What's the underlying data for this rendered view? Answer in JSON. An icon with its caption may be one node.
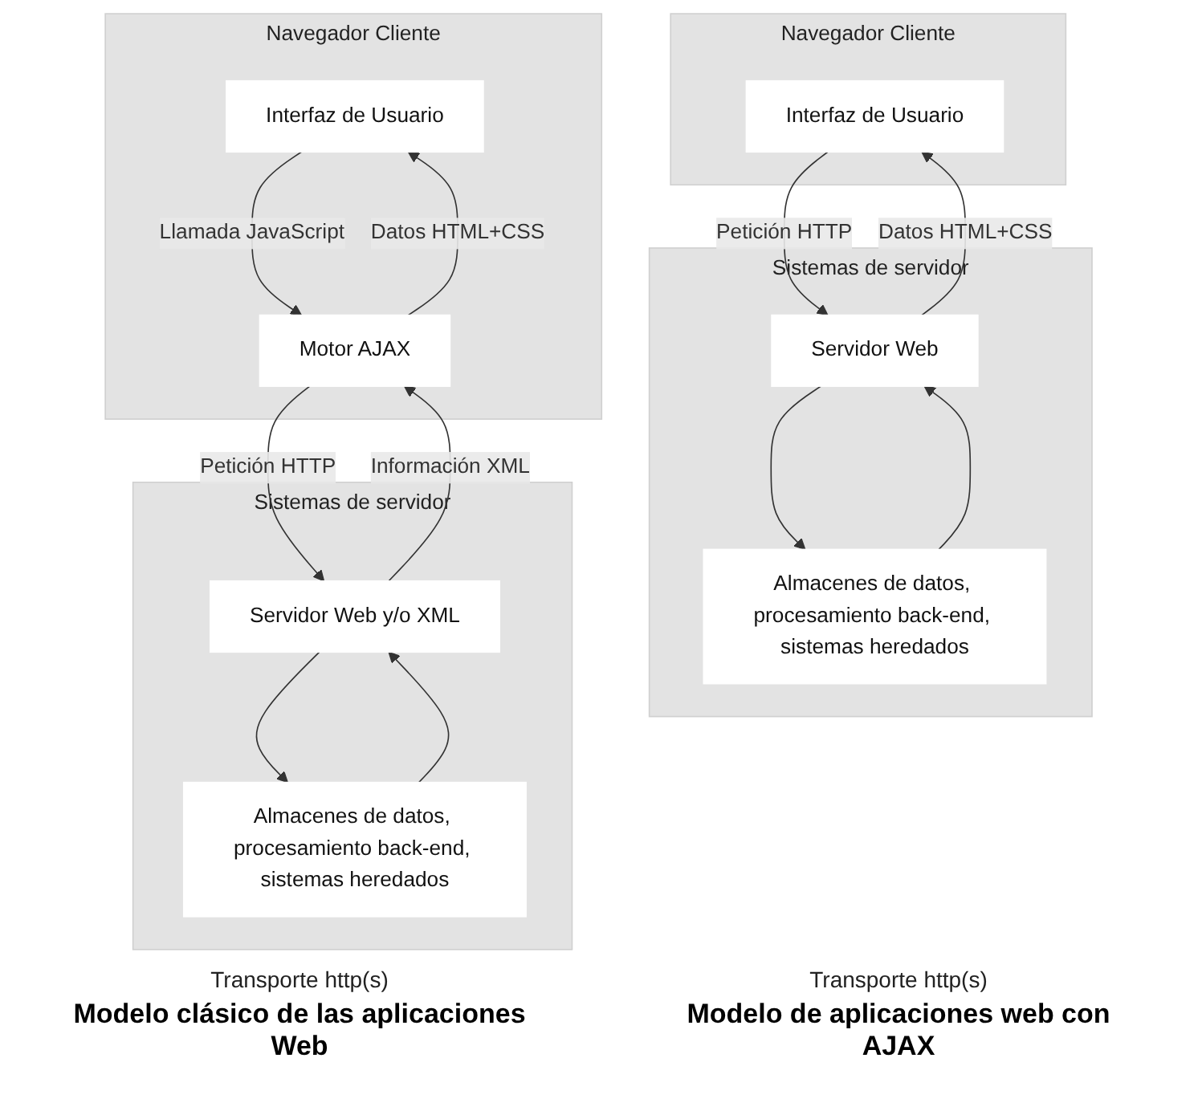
{
  "diagram": {
    "nodes": [
      {
        "text": [
          "Navegador Cliente"
        ]
      },
      {
        "text": [
          "Interfaz de Usuario"
        ],
        "in": 0
      },
      {
        "text": [
          "Sistemas de servidor"
        ]
      },
      {
        "text": [
          "Servidor Web"
        ],
        "in": 2
      },
      {
        "text": [
          "Almacenes de datos, procesamiento back-end, sistemas heredados"
        ],
        "in": 2
      },
      {
        "text": [
          "Navegador Cliente"
        ]
      },
      {
        "text": [
          "Interfaz de Usuario"
        ],
        "in": 5
      },
      {
        "text": [
          "Motor AJAX"
        ],
        "in": 5
      },
      {
        "text": [
          "Sistemas de servidor"
        ]
      },
      {
        "text": [
          "Servidor Web  y/o XML"
        ],
        "in": 8
      },
      {
        "text": [
          "Almacenes de datos, procesamiento back-end, sistemas heredados"
        ],
        "in": 8
      }
    ],
    "edges": [
      {
        "from": 1,
        "to": 3,
        "arrow": "to",
        "label": "Petición HTTP"
      },
      {
        "from": 3,
        "to": 1,
        "arrow": "to",
        "label": "Datos HTML+CSS"
      },
      {
        "from": 3,
        "to": 4,
        "arrow": "to"
      },
      {
        "from": 4,
        "to": 3,
        "arrow": "to"
      },
      {
        "from": 6,
        "to": 7,
        "arrow": "to",
        "label": "Llamada JavaScript"
      },
      {
        "from": 7,
        "to": 6,
        "arrow": "to",
        "label": "Datos HTML+CSS"
      },
      {
        "from": 7,
        "to": 9,
        "arrow": "to",
        "label": "Petición HTTP"
      },
      {
        "from": 9,
        "to": 7,
        "arrow": "to",
        "label": "Información XML"
      },
      {
        "from": 9,
        "to": 10,
        "arrow": "to"
      },
      {
        "from": 10,
        "to": 9,
        "arrow": "to"
      }
    ],
    "labels": [
      "Transporte http(s)",
      "Transporte http(s)",
      "Modelo clásico de las aplicaciones Web",
      "Modelo de aplicaciones web con AJAX"
    ]
  }
}
